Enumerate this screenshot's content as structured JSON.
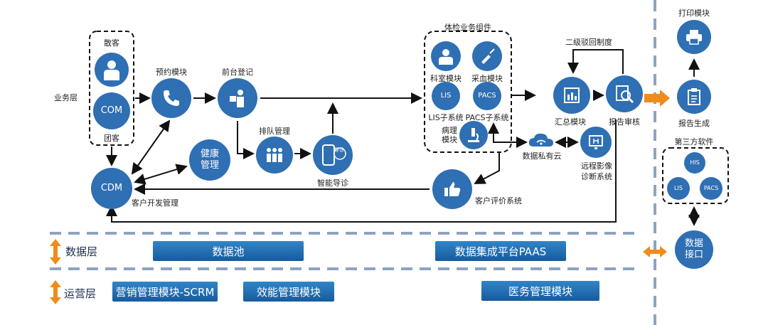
{
  "business_layer": "业务层",
  "sanke": "散客",
  "com": "COM",
  "tuanke": "团客",
  "yuyue": "预约模块",
  "qiantai": "前台登记",
  "paidui": "排队管理",
  "zhineng": "智能导诊",
  "daozhen_badge": "导诊",
  "jiankang": "健康管理",
  "cdm": "CDM",
  "kehu_kaifa": "客户开发管理",
  "tijian_title": "体检业务组件",
  "keshi": "科室模块",
  "caixue": "采血模块",
  "lis": "LIS",
  "pacs": "PACS",
  "lis_sub": "LIS子系统",
  "pacs_sub": "PACS子系统",
  "bingli": "病理模块",
  "huizong": "汇总模块",
  "baogao_shenhe": "报告审核",
  "erji": "二级驳回制度",
  "shuju_siyou": "数据私有云",
  "yuancheng": "远程影像诊断系统",
  "kehu_pingjia": "客户评价系统",
  "dayin": "打印模块",
  "baogao_shengcheng": "报告生成",
  "disanfang": "第三方软件",
  "his": "HIS",
  "lis2": "LIS",
  "pacs2": "PACS",
  "shuju_jiekou": "数据接口",
  "data_layer": "数据层",
  "shujuchi": "数据池",
  "paas": "数据集成平台PAAS",
  "ops_layer": "运营层",
  "scrm": "营销管理模块-SCRM",
  "xiaoneng": "效能管理模块",
  "yiwu": "医务管理模块",
  "colors": {
    "node": "#2f6fb3",
    "arrow": "#111111",
    "dash": "#7f94b0",
    "orange": "#ef8c1a"
  }
}
